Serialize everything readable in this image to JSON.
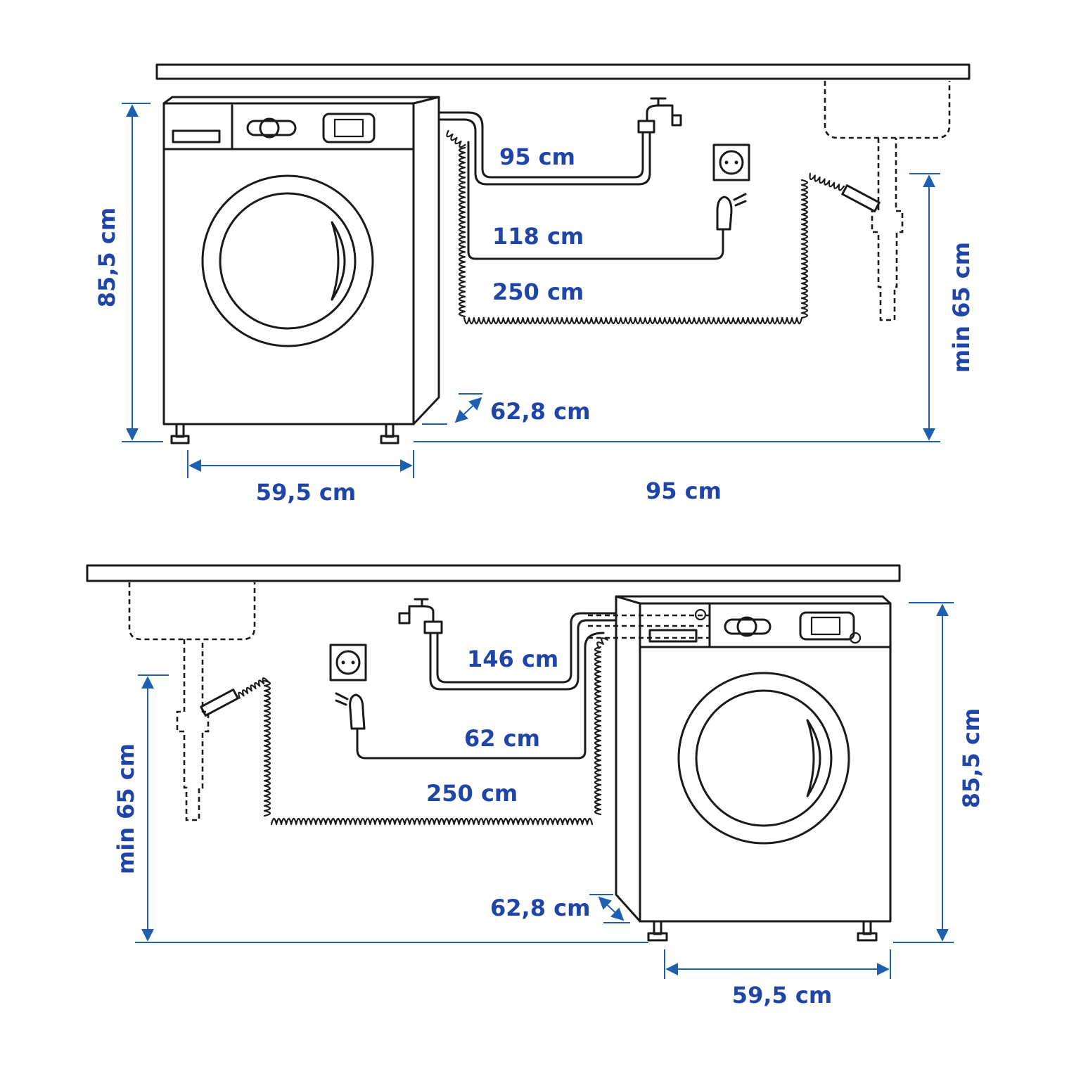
{
  "colors": {
    "dimension": "#1f45a8",
    "line": "#1a1a1a",
    "background": "#ffffff"
  },
  "top_view": {
    "height": "85,5 cm",
    "width": "59,5 cm",
    "depth": "62,8 cm",
    "inlet_hose": "95 cm",
    "power_cord": "118 cm",
    "drain_hose": "250 cm",
    "drain_height": "min 65 cm",
    "drain_distance": "95 cm"
  },
  "bottom_view": {
    "height": "85,5 cm",
    "width": "59,5 cm",
    "depth": "62,8 cm",
    "inlet_hose": "146 cm",
    "power_cord": "62 cm",
    "drain_hose": "250 cm",
    "drain_height": "min 65 cm"
  }
}
